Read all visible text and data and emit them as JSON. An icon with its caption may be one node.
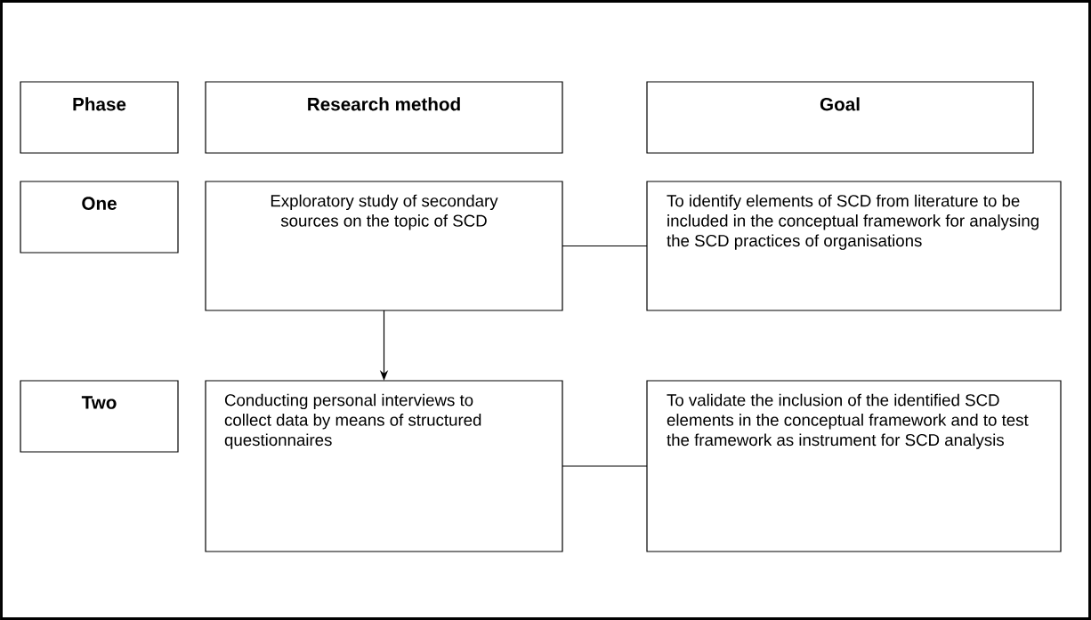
{
  "diagram": {
    "nodes": [
      {
        "text": [
          "Phase"
        ]
      },
      {
        "text": [
          "Research method"
        ]
      },
      {
        "text": [
          "Goal"
        ]
      },
      {
        "text": [
          "One"
        ]
      },
      {
        "text": [
          "Exploratory study of secondary sources on the topic of SCD"
        ]
      },
      {
        "text": [
          "To identify elements of SCD from literature to be included in the conceptual framework for analysing the SCD practices of organisations"
        ]
      },
      {
        "text": [
          "Two"
        ]
      },
      {
        "text": [
          "Conducting personal interviews to collect data by means of structured questionnaires"
        ]
      },
      {
        "text": [
          "To validate the inclusion of the identified SCD elements in the conceptual framework and to test the framework as instrument for SCD analysis"
        ]
      }
    ],
    "edges": [
      {
        "from": 4,
        "to": 5,
        "arrow": "none"
      },
      {
        "from": 4,
        "to": 7,
        "arrow": "to"
      },
      {
        "from": 7,
        "to": 8,
        "arrow": "none"
      }
    ]
  }
}
